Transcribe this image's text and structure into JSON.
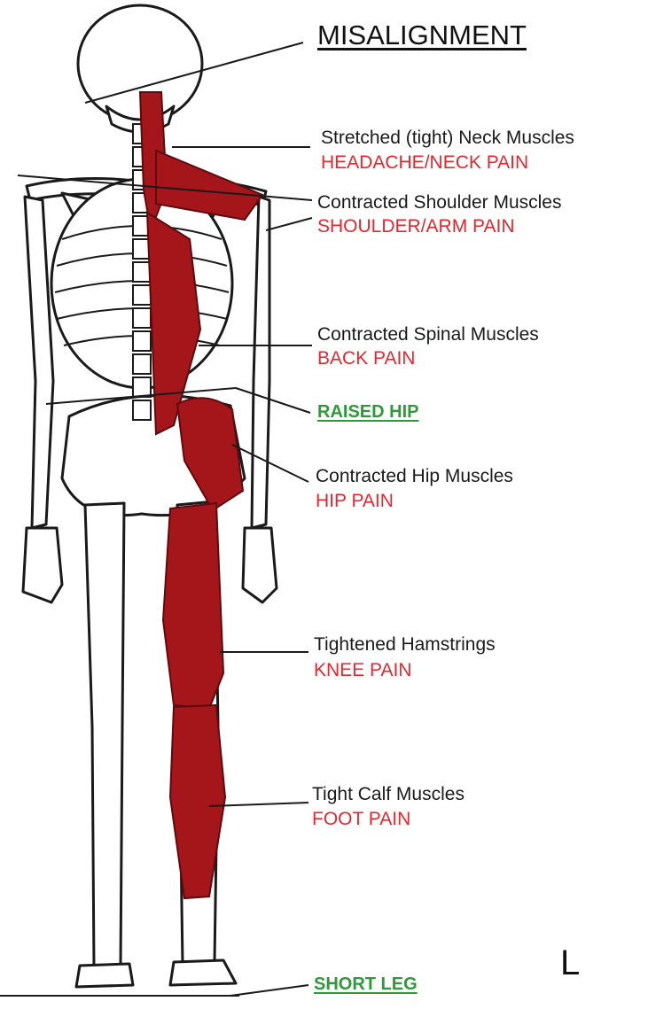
{
  "title": "MISALIGNMENT",
  "labels": [
    {
      "cause": "Stretched (tight) Neck Muscles",
      "pain": "HEADACHE/NECK PAIN"
    },
    {
      "cause": "Contracted Shoulder Muscles",
      "pain": "SHOULDER/ARM PAIN"
    },
    {
      "cause": "Contracted Spinal Muscles",
      "pain": "BACK PAIN"
    },
    {
      "cause": "Contracted Hip Muscles",
      "pain": "HIP PAIN"
    },
    {
      "cause": "Tightened Hamstrings",
      "pain": "KNEE PAIN"
    },
    {
      "cause": "Tight Calf Muscles",
      "pain": "FOOT PAIN"
    }
  ],
  "markers": {
    "raised_hip": "RAISED HIP",
    "short_leg": "SHORT LEG"
  },
  "side_mark": "L",
  "colors": {
    "pain_text": "#e8262f",
    "marker_text": "#2e9a3a",
    "muscle": "#a4161a",
    "bone_outline": "#1a1a1a"
  }
}
